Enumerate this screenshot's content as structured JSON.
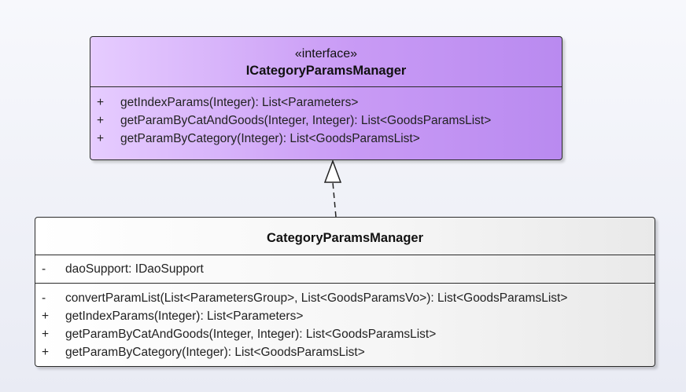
{
  "interface_class": {
    "stereotype": "«interface»",
    "name": "ICategoryParamsManager",
    "operations": [
      {
        "visibility": "+",
        "signature": "getIndexParams(Integer): List<Parameters>"
      },
      {
        "visibility": "+",
        "signature": "getParamByCatAndGoods(Integer, Integer): List<GoodsParamsList>"
      },
      {
        "visibility": "+",
        "signature": "getParamByCategory(Integer): List<GoodsParamsList>"
      }
    ]
  },
  "implementation_class": {
    "name": "CategoryParamsManager",
    "attributes": [
      {
        "visibility": "-",
        "signature": "daoSupport: IDaoSupport"
      }
    ],
    "operations": [
      {
        "visibility": "-",
        "signature": "convertParamList(List<ParametersGroup>, List<GoodsParamsVo>): List<GoodsParamsList>"
      },
      {
        "visibility": "+",
        "signature": "getIndexParams(Integer): List<Parameters>"
      },
      {
        "visibility": "+",
        "signature": "getParamByCatAndGoods(Integer, Integer): List<GoodsParamsList>"
      },
      {
        "visibility": "+",
        "signature": "getParamByCategory(Integer): List<GoodsParamsList>"
      }
    ]
  },
  "relationship": {
    "type": "realization"
  },
  "colors": {
    "interface_fill_start": "#e6ccff",
    "interface_fill_end": "#b98af0",
    "class_fill_start": "#ffffff",
    "class_fill_end": "#e9e9e9",
    "border": "#2a2a2a"
  }
}
